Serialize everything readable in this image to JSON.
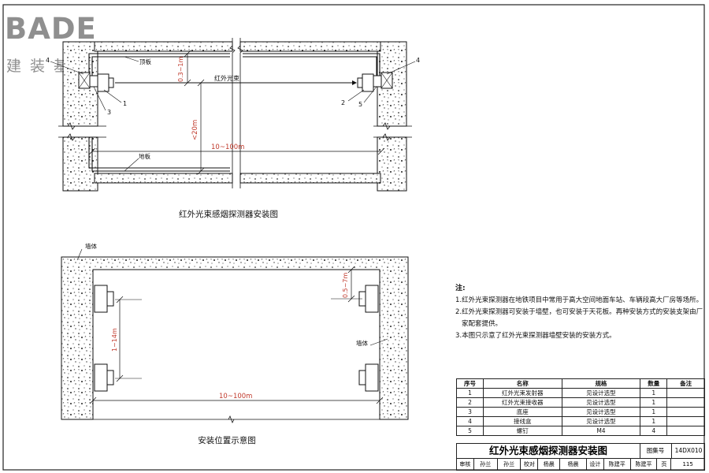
{
  "logo": {
    "word": "BADE",
    "sub": "建装基地"
  },
  "diagram1": {
    "title": "红外光束感烟探测器安装图",
    "beam_label": "红外光束",
    "ceiling_label": "顶板",
    "floor_label": "地板",
    "dim_top_gap": "0.3~1m",
    "dim_height": "<20m",
    "dim_width": "10~100m",
    "callouts": [
      "4",
      "1",
      "3",
      "2",
      "5",
      "4"
    ]
  },
  "diagram2": {
    "title": "安装位置示意图",
    "wall_label_top": "墙体",
    "wall_label_right": "墙体",
    "dim_top": "0.5~7m",
    "dim_vertical": "1~14m",
    "dim_width": "10~100m"
  },
  "notes": {
    "title": "注:",
    "items": [
      "1.红外光束探测器在地铁项目中常用于高大空间地面车站、车辆段高大厂房等场所。",
      "2.红外光束探测器可安装于墙壁，也可安装于天花板。再种安装方式的安装支架由厂",
      "家配套提供。",
      "3.本图只示意了红外光束探测器墙壁安装的安装方式。"
    ]
  },
  "table": {
    "headers": [
      "序号",
      "名称",
      "规格",
      "数量",
      "备注"
    ],
    "rows": [
      [
        "1",
        "红外光束发射器",
        "见设计选型",
        "1",
        ""
      ],
      [
        "2",
        "红外光束接收器",
        "见设计选型",
        "1",
        ""
      ],
      [
        "3",
        "底座",
        "见设计选型",
        "1",
        ""
      ],
      [
        "4",
        "接线盒",
        "见设计选型",
        "1",
        ""
      ],
      [
        "5",
        "螺钉",
        "M4",
        "4",
        ""
      ]
    ]
  },
  "titleblock": {
    "title": "红外光束感烟探测器安装图",
    "code_label": "图集号",
    "code": "14DX010",
    "row2": [
      "审核",
      "孙兰",
      "孙兰",
      "校对",
      "杨晨",
      "杨晨",
      "设计",
      "陈建平",
      "陈建平",
      "页",
      "115"
    ]
  }
}
